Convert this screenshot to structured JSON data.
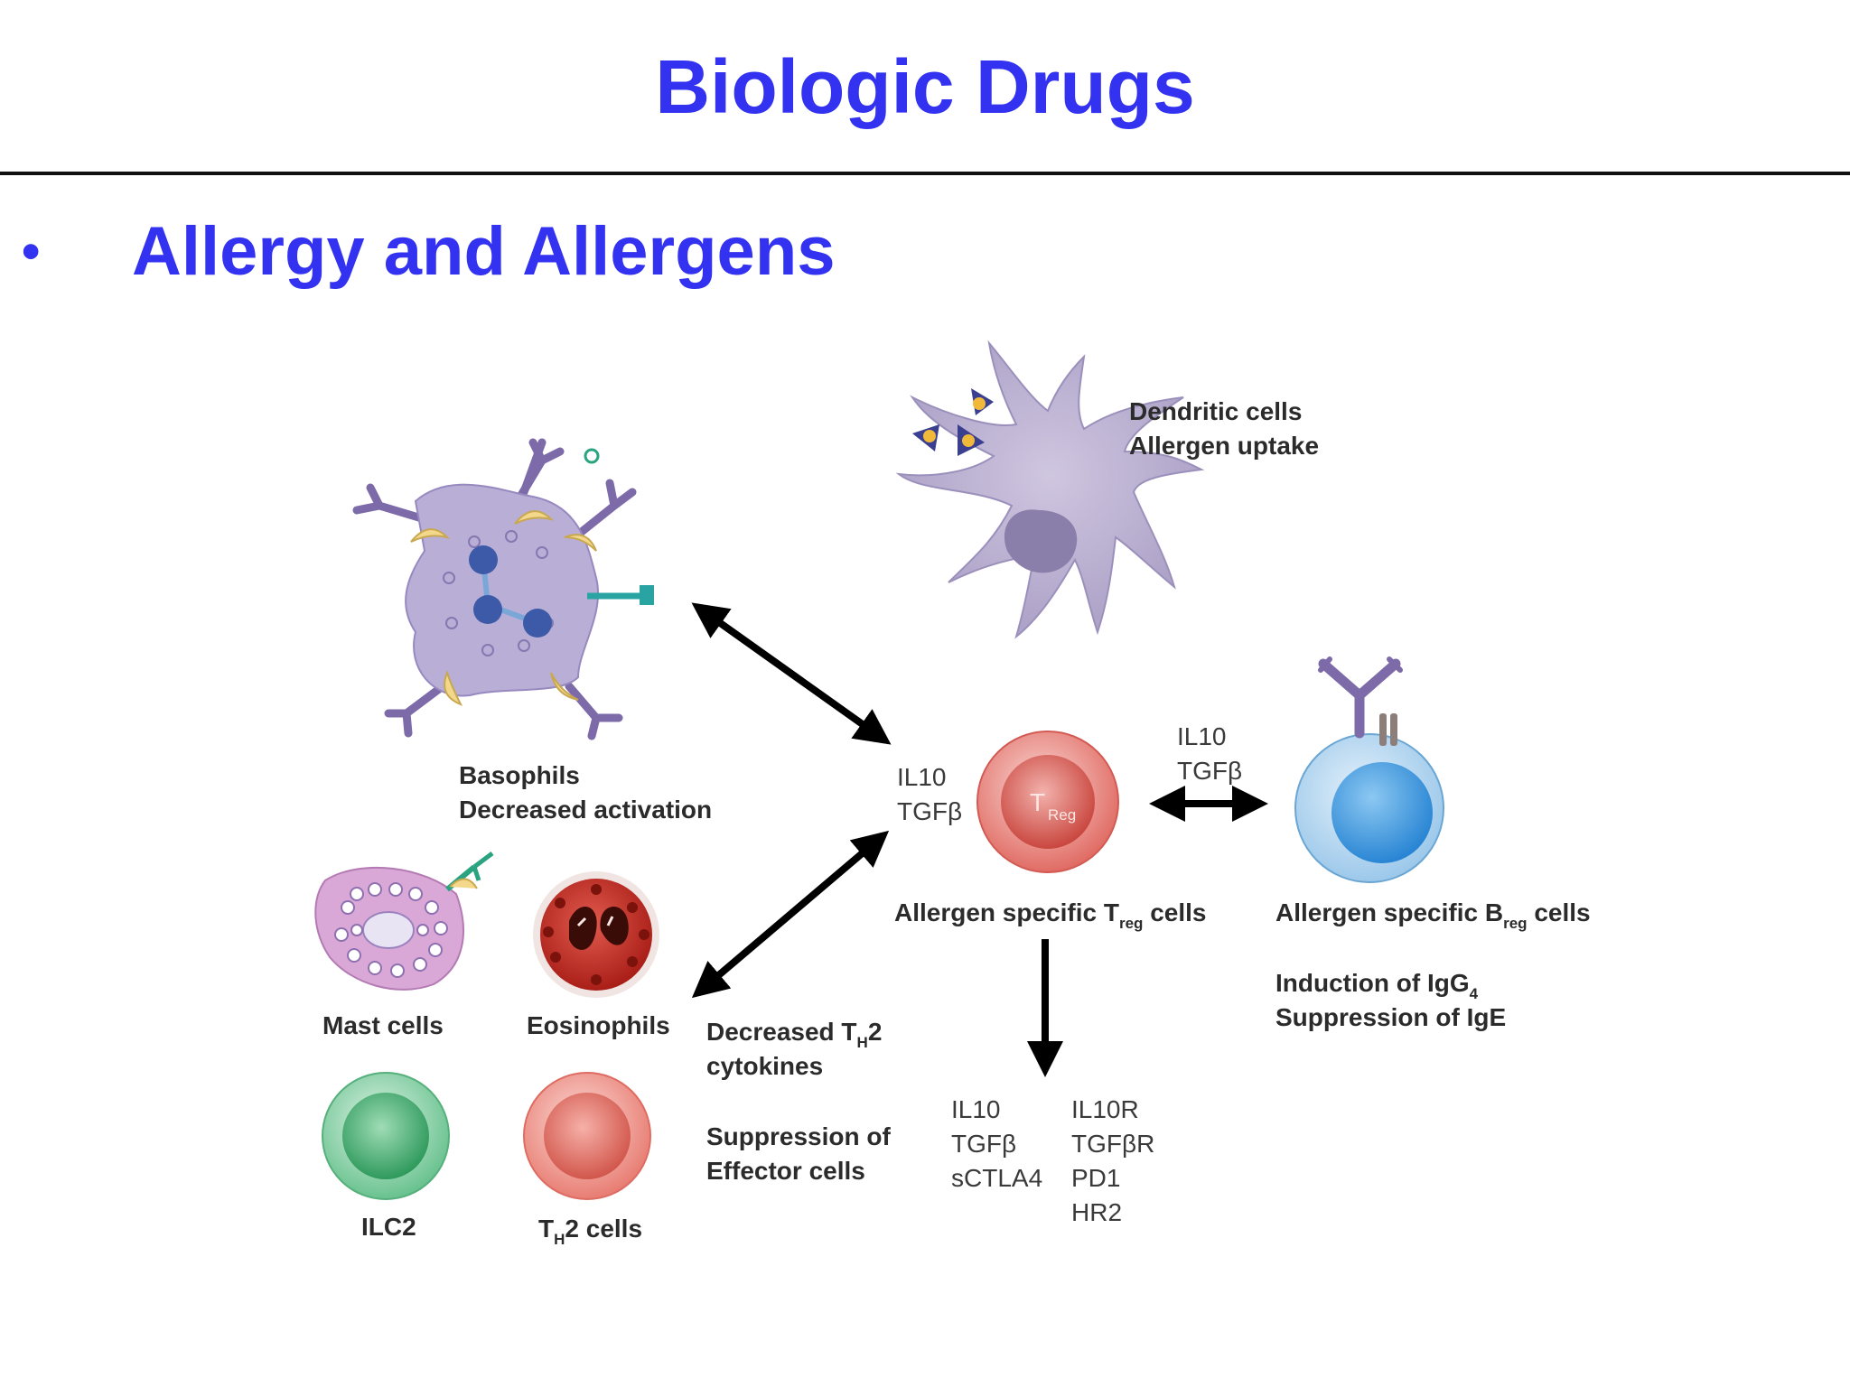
{
  "title": "Biologic Drugs",
  "bullet": {
    "glyph": "•",
    "text": "Allergy and Allergens"
  },
  "labels": {
    "dendritic_line1": "Dendritic cells",
    "dendritic_line2": "Allergen uptake",
    "basophils_line1": "Basophils",
    "basophils_line2": "Decreased activation",
    "treg_cyto_left_1": "IL10",
    "treg_cyto_left_2": "TGFβ",
    "treg_cyto_right_1": "IL10",
    "treg_cyto_right_2": "TGFβ",
    "treg_cell_main": "T",
    "treg_cell_sub": "Reg",
    "treg_caption_pre": "Allergen specific T",
    "treg_caption_sub": "reg",
    "treg_caption_post": " cells",
    "breg_caption_pre": "Allergen specific B",
    "breg_caption_sub": "reg",
    "breg_caption_post": " cells",
    "breg_effect1_pre": "Induction of IgG",
    "breg_effect1_sub": "4",
    "breg_effect2": "Suppression of IgE",
    "mast_cells": "Mast cells",
    "eosinophils": "Eosinophils",
    "ilc2": "ILC2",
    "th2_pre": "T",
    "th2_sub": "H",
    "th2_post": "2 cells",
    "decreased_pre": "Decreased T",
    "decreased_sub": "H",
    "decreased_post": "2",
    "decreased_line2": "cytokines",
    "suppression_line1": "Suppression of",
    "suppression_line2": "Effector cells",
    "mech_col1": [
      "IL10",
      "TGFβ",
      "sCTLA4"
    ],
    "mech_col2": [
      "IL10R",
      "TGFβR",
      "PD1",
      "HR2"
    ]
  },
  "colors": {
    "title": "#3232f0",
    "cell_lavender": "#b9aed6",
    "treg_red": "#e5726b",
    "breg_blue": "#56a9e6",
    "ilc2_green": "#62c08a",
    "th2_red": "#e9857b",
    "eosinophil": "#c8302a",
    "antibody_purple": "#7d6aa8"
  }
}
